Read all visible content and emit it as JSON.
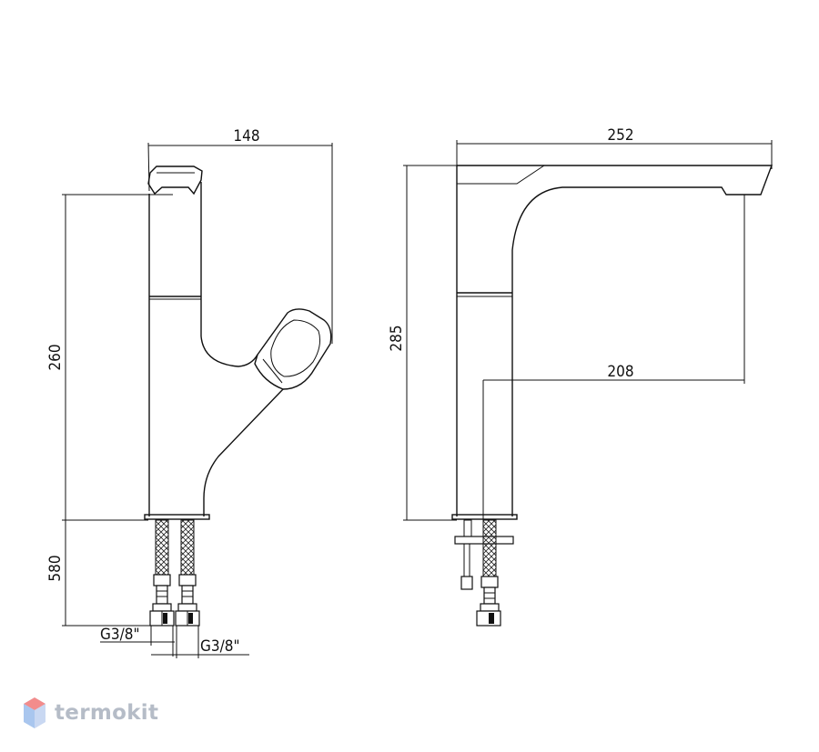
{
  "brand": {
    "name": "termokit"
  },
  "front_view": {
    "width_dim": "148",
    "height_dim": "260",
    "hose_length_dim": "580",
    "thread_left": "G3/8\"",
    "thread_right": "G3/8\""
  },
  "side_view": {
    "spout_length_dim": "252",
    "height_dim": "285",
    "reach_dim": "208"
  }
}
